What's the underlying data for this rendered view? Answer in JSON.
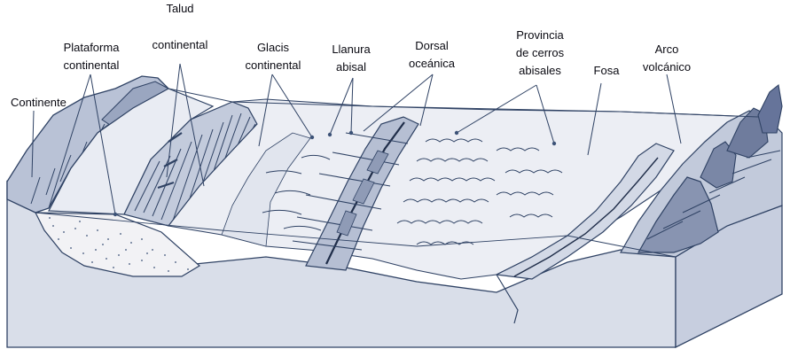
{
  "labels": {
    "continente": "Continente",
    "plataforma_1": "Plataforma",
    "plataforma_2": "continental",
    "talud_1": "Talud",
    "talud_2": "continental",
    "glacis_1": "Glacis",
    "glacis_2": "continental",
    "llanura_1": "Llanura",
    "llanura_2": "abisal",
    "dorsal_1": "Dorsal",
    "dorsal_2": "oceánica",
    "provincia_1": "Provincia",
    "provincia_2": "de cerros",
    "provincia_3": "abisales",
    "fosa": "Fosa",
    "arco_1": "Arco",
    "arco_2": "volcánico"
  },
  "colors": {
    "background": "#ffffff",
    "block_face": "#e6e9f1",
    "block_side": "#cfd5e3",
    "ink": "#2f4264",
    "shade": "#8d9ab6",
    "sediment": "#f3f3f6"
  }
}
